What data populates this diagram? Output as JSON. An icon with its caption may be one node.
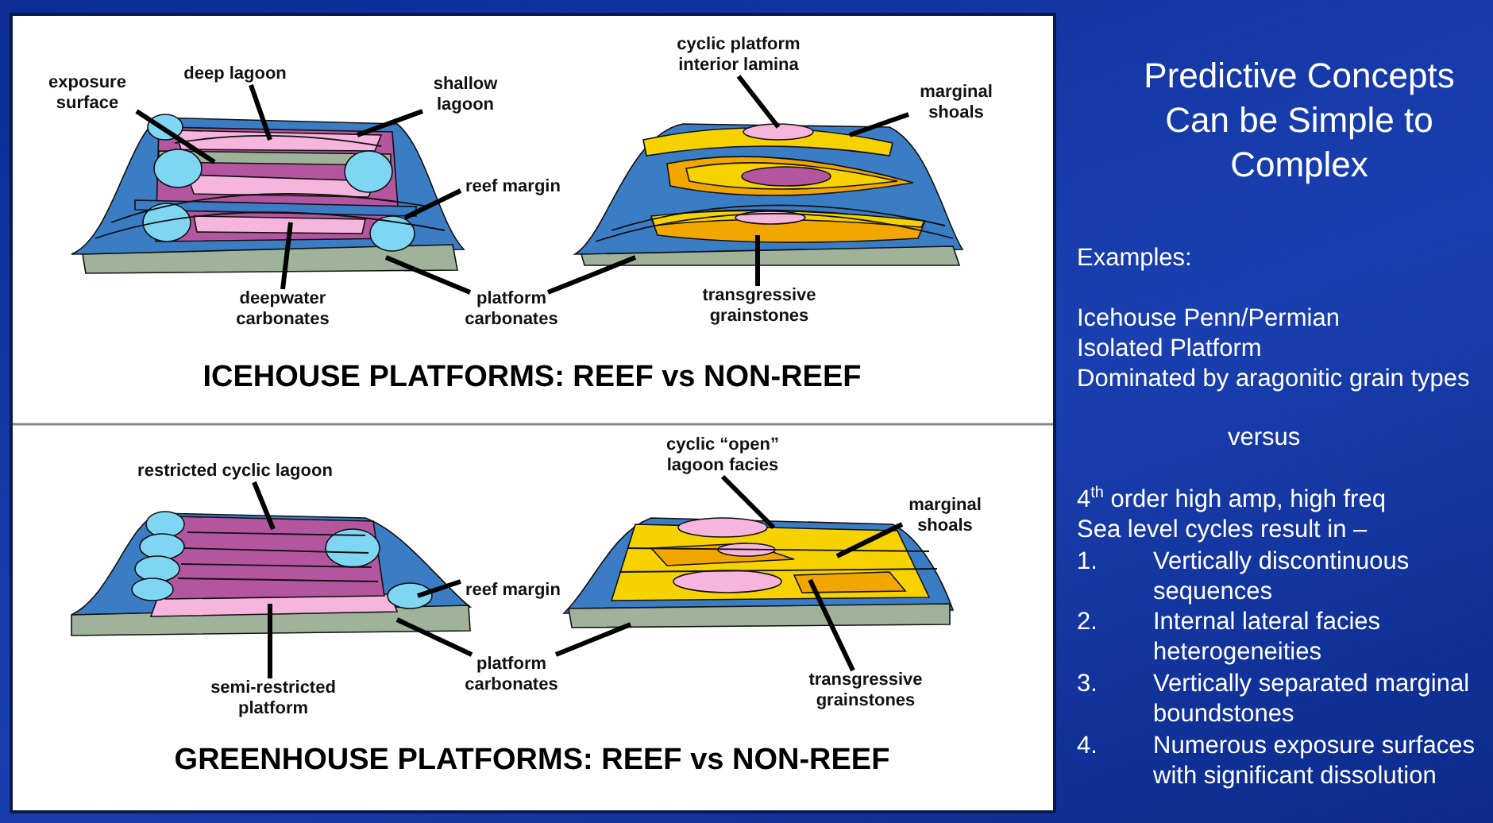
{
  "diagram": {
    "title": "Predictive Concepts Can be Simple to Complex",
    "nodes": [
      {
        "text": [
          "exposure surface"
        ]
      },
      {
        "text": [
          "deep lagoon"
        ]
      },
      {
        "text": [
          "shallow lagoon"
        ]
      },
      {
        "text": [
          "reef margin"
        ]
      },
      {
        "text": [
          "deepwater carbonates"
        ]
      },
      {
        "text": [
          "platform carbonates"
        ]
      },
      {
        "text": [
          "cyclic platform interior lamina"
        ]
      },
      {
        "text": [
          "marginal shoals"
        ]
      },
      {
        "text": [
          "transgressive grainstones"
        ]
      },
      {
        "text": [
          "restricted cyclic lagoon"
        ]
      },
      {
        "text": [
          "reef margin"
        ]
      },
      {
        "text": [
          "semi-restricted platform"
        ]
      },
      {
        "text": [
          "platform carbonates"
        ]
      },
      {
        "text": [
          "cyclic “open” lagoon facies"
        ]
      },
      {
        "text": [
          "marginal shoals"
        ]
      },
      {
        "text": [
          "transgressive grainstones"
        ]
      },
      {
        "text": [],
        "shape": "picture"
      },
      {
        "text": [],
        "shape": "picture"
      },
      {
        "text": [],
        "shape": "picture"
      },
      {
        "text": [],
        "shape": "picture"
      }
    ],
    "edges": [
      {
        "from": 0,
        "to": 16,
        "arrow": "none"
      },
      {
        "from": 1,
        "to": 16,
        "arrow": "none"
      },
      {
        "from": 2,
        "to": 16,
        "arrow": "none"
      },
      {
        "from": 3,
        "to": 16,
        "arrow": "none"
      },
      {
        "from": 4,
        "to": 16,
        "arrow": "none"
      },
      {
        "from": 5,
        "to": 16,
        "arrow": "none"
      },
      {
        "from": 5,
        "to": 17,
        "arrow": "none"
      },
      {
        "from": 6,
        "to": 17,
        "arrow": "none"
      },
      {
        "from": 7,
        "to": 17,
        "arrow": "none"
      },
      {
        "from": 8,
        "to": 17,
        "arrow": "none"
      },
      {
        "from": 9,
        "to": 18,
        "arrow": "none"
      },
      {
        "from": 10,
        "to": 18,
        "arrow": "none"
      },
      {
        "from": 11,
        "to": 18,
        "arrow": "none"
      },
      {
        "from": 12,
        "to": 18,
        "arrow": "none"
      },
      {
        "from": 12,
        "to": 19,
        "arrow": "none"
      },
      {
        "from": 13,
        "to": 19,
        "arrow": "none"
      },
      {
        "from": 14,
        "to": 19,
        "arrow": "none"
      },
      {
        "from": 15,
        "to": 19,
        "arrow": "none"
      }
    ],
    "labels": [
      "ICEHOUSE PLATFORMS: REEF vs NON-REEF",
      "GREENHOUSE PLATFORMS: REEF vs NON-REEF",
      "Examples:",
      "Icehouse Penn/Permian",
      "Isolated Platform",
      "Dominated by aragonitic grain types",
      "versus",
      "4$^{th}$ order high amp, high freq",
      "Sea level cycles result in –",
      "1.",
      "Vertically discontinuous sequences",
      "2.",
      "Internal lateral facies heterogeneities",
      "3.",
      "Vertically separated marginal boundstones",
      "4.",
      "Numerous exposure surfaces with significant dissolution"
    ]
  }
}
